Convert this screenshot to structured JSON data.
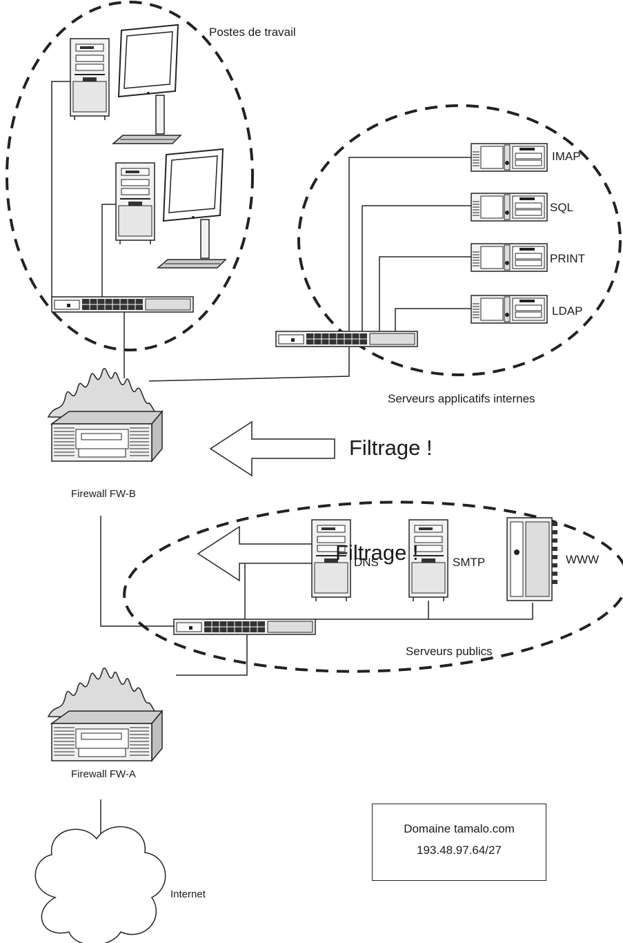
{
  "zones": {
    "workstations": "Postes de travail",
    "internal_servers": "Serveurs applicatifs internes",
    "public_servers": "Serveurs publics"
  },
  "internal_servers": [
    "IMAP",
    "SQL",
    "PRINT",
    "LDAP"
  ],
  "public_servers": [
    "DNS",
    "SMTP",
    "WWW"
  ],
  "firewalls": {
    "inner": "Firewall FW-B",
    "outer": "Firewall FW-A"
  },
  "filters": {
    "inner": "Filtrage !",
    "outer": "Filtrage !"
  },
  "internet": "Internet",
  "domain": {
    "name": "Domaine tamalo.com",
    "network": "193.48.97.64/27"
  }
}
